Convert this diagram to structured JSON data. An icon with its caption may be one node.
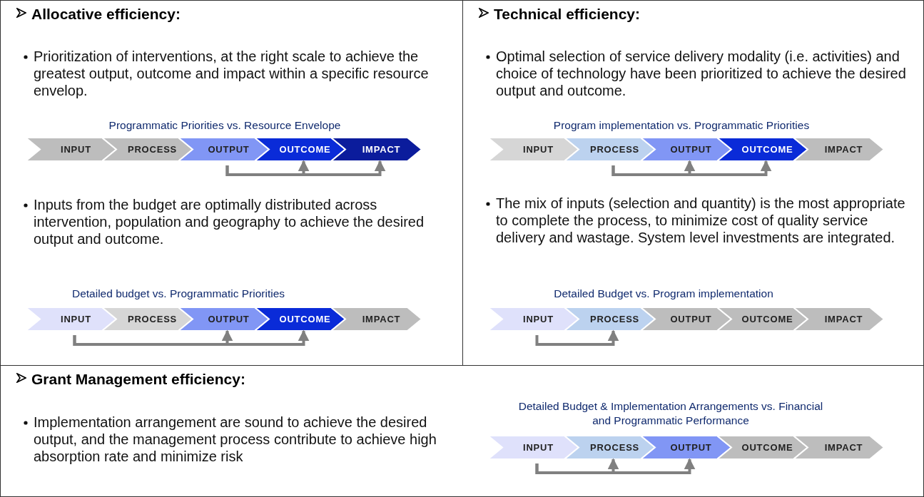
{
  "diagram": {
    "nodes": [
      {
        "text": [
          "Allocative efficiency:",
          "Prioritization of interventions, at the right scale to achieve the greatest output, outcome and impact within a specific resource envelop.",
          "Inputs from the budget are optimally distributed across intervention, population and geography to achieve the desired output and outcome."
        ]
      },
      {
        "text": [
          "INPUT"
        ],
        "in": 0
      },
      {
        "text": [
          "PROCESS"
        ],
        "in": 0
      },
      {
        "text": [
          "OUTPUT"
        ],
        "in": 0
      },
      {
        "text": [
          "OUTCOME"
        ],
        "in": 0
      },
      {
        "text": [
          "IMPACT"
        ],
        "in": 0
      },
      {
        "text": [
          "INPUT"
        ],
        "in": 0
      },
      {
        "text": [
          "PROCESS"
        ],
        "in": 0
      },
      {
        "text": [
          "OUTPUT"
        ],
        "in": 0
      },
      {
        "text": [
          "OUTCOME"
        ],
        "in": 0
      },
      {
        "text": [
          "IMPACT"
        ],
        "in": 0
      },
      {
        "text": [
          "Technical efficiency:",
          "Optimal selection of service delivery modality (i.e. activities) and choice of technology have been prioritized to achieve the desired output and outcome.",
          "The mix of inputs (selection and quantity) is the most appropriate to complete the process, to minimize cost of quality service delivery and wastage. System level investments are integrated."
        ]
      },
      {
        "text": [
          "INPUT"
        ],
        "in": 11
      },
      {
        "text": [
          "PROCESS"
        ],
        "in": 11
      },
      {
        "text": [
          "OUTPUT"
        ],
        "in": 11
      },
      {
        "text": [
          "OUTCOME"
        ],
        "in": 11
      },
      {
        "text": [
          "IMPACT"
        ],
        "in": 11
      },
      {
        "text": [
          "INPUT"
        ],
        "in": 11
      },
      {
        "text": [
          "PROCESS"
        ],
        "in": 11
      },
      {
        "text": [
          "OUTPUT"
        ],
        "in": 11
      },
      {
        "text": [
          "OUTCOME"
        ],
        "in": 11
      },
      {
        "text": [
          "IMPACT"
        ],
        "in": 11
      },
      {
        "text": [
          "Grant Management efficiency:",
          "Implementation arrangement are sound to achieve the desired output, and the management process contribute to achieve high absorption rate and minimize risk"
        ]
      },
      {
        "text": [
          "INPUT"
        ],
        "in": 22
      },
      {
        "text": [
          "PROCESS"
        ],
        "in": 22
      },
      {
        "text": [
          "OUTPUT"
        ],
        "in": 22
      },
      {
        "text": [
          "OUTCOME"
        ],
        "in": 22
      },
      {
        "text": [
          "IMPACT"
        ],
        "in": 22
      }
    ],
    "edges": [
      {
        "from": 3,
        "to": 4,
        "arrow": "to"
      },
      {
        "from": 3,
        "to": 5,
        "arrow": "to"
      },
      {
        "from": 13,
        "to": 14,
        "arrow": "to"
      },
      {
        "from": 13,
        "to": 15,
        "arrow": "to"
      },
      {
        "from": 6,
        "to": 8,
        "arrow": "to"
      },
      {
        "from": 6,
        "to": 9,
        "arrow": "to"
      },
      {
        "from": 17,
        "to": 18,
        "arrow": "to"
      },
      {
        "from": 23,
        "to": 24,
        "arrow": "to"
      },
      {
        "from": 23,
        "to": 25,
        "arrow": "to"
      }
    ],
    "labels": [
      "Programmatic Priorities vs. Resource Envelope",
      "Program implementation vs. Programmatic Priorities",
      "Detailed budget vs. Programmatic Priorities",
      "Detailed Budget vs. Program implementation",
      "Detailed Budget & Implementation Arrangements vs. Financial and Programmatic Performance"
    ]
  }
}
